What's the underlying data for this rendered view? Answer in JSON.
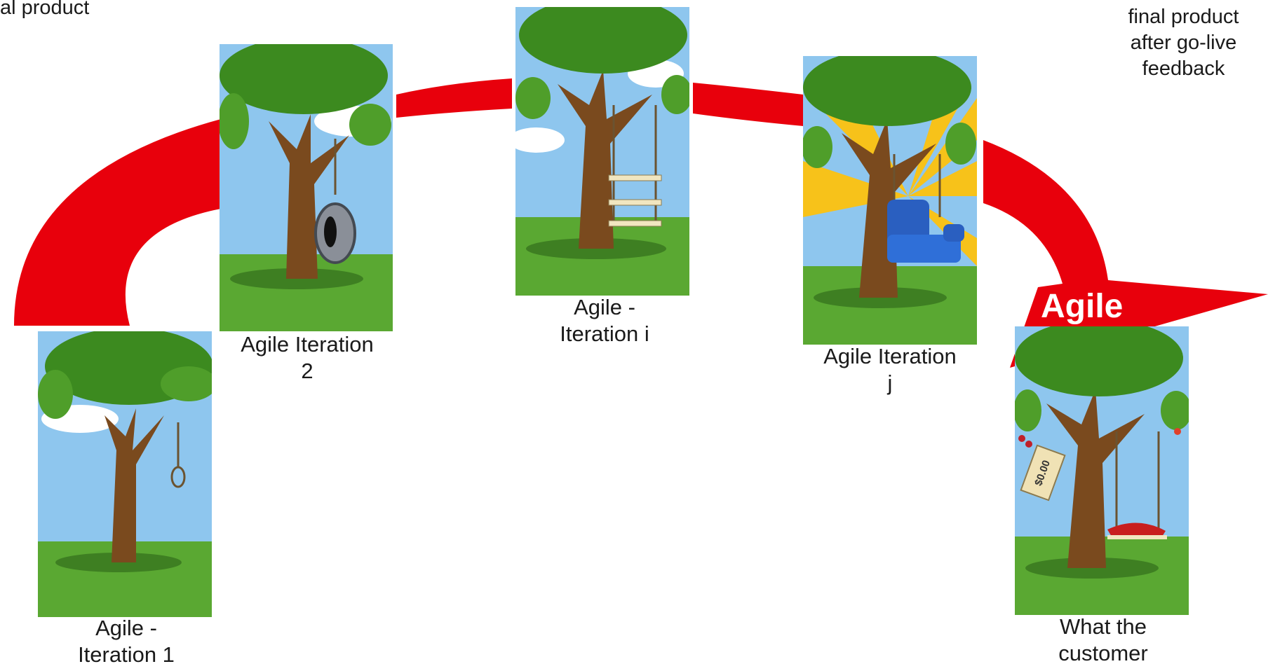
{
  "corner_left_text": "al product",
  "corner_right_text": "final product\nafter go-live\nfeedback",
  "agile_label": "Agile",
  "panels": [
    {
      "caption": "Agile -\nIteration 1",
      "item": "noose"
    },
    {
      "caption": "Agile Iteration\n2",
      "item": "tire-swing"
    },
    {
      "caption": "Agile -\nIteration i",
      "item": "ladder-swing"
    },
    {
      "caption": "Agile Iteration\nj",
      "item": "armchair-swing"
    },
    {
      "caption": "What the\ncustomer",
      "item": "board-swing",
      "price_tag": "$0.00"
    }
  ],
  "colors": {
    "arrow": "#e8000c",
    "sky": "#8ec6ee",
    "grass": "#5aa832",
    "trunk": "#7a4a1e",
    "leaves": "#3c8a1f",
    "sun": "#f7c21a"
  }
}
